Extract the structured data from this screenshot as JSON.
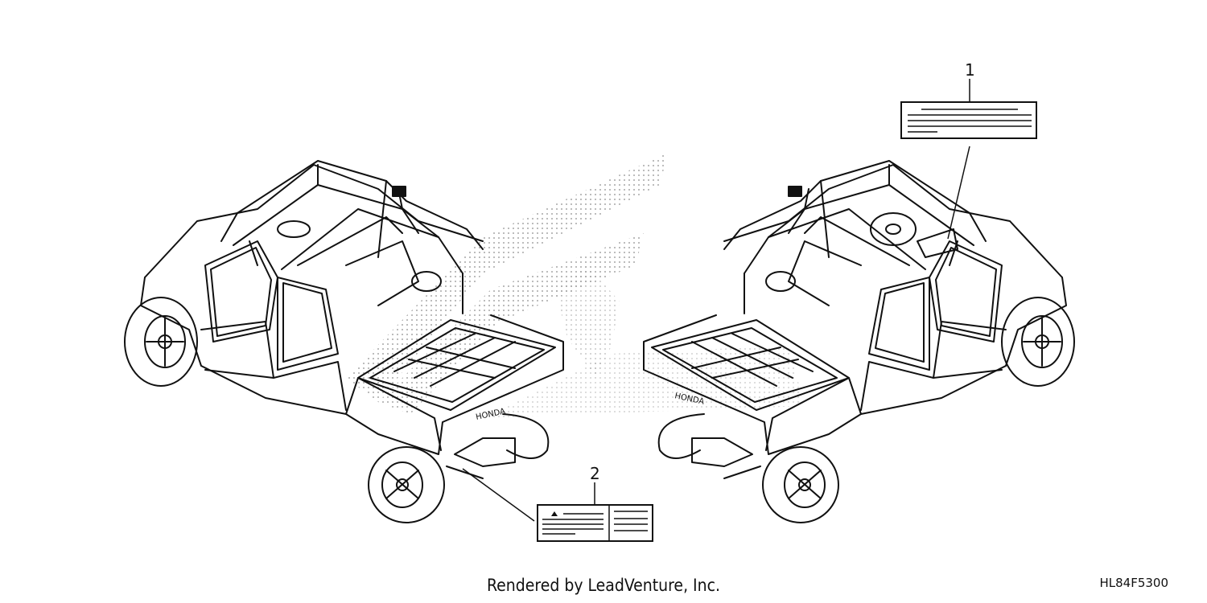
{
  "callouts": {
    "part1": "1",
    "part2": "2"
  },
  "footer": {
    "rendered_by": "Rendered by LeadVenture, Inc.",
    "reference": "HL84F5300"
  }
}
